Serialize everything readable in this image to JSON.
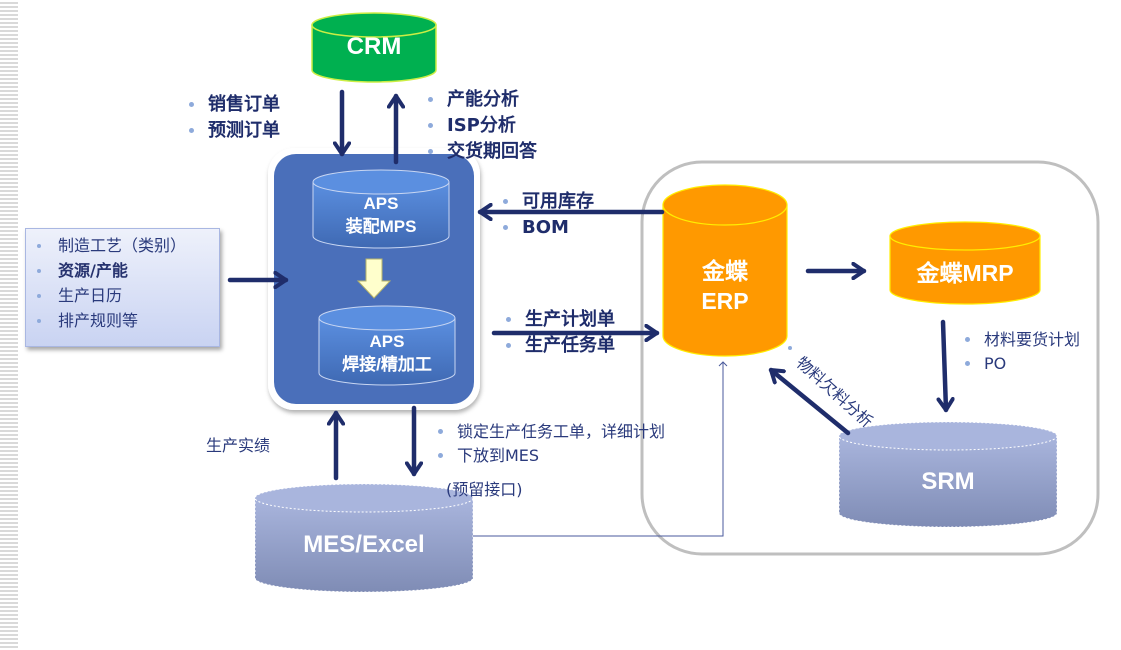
{
  "nodes": {
    "crm": "CRM",
    "aps_assembly": [
      "APS",
      "装配MPS"
    ],
    "aps_welding": [
      "APS",
      "焊接/精加工"
    ],
    "kingdee_erp": [
      "金蝶",
      "ERP"
    ],
    "kingdee_mrp": "金蝶MRP",
    "srm": "SRM",
    "mes_excel": "MES/Excel"
  },
  "labels": {
    "to_aps_from_crm": [
      "销售订单",
      "预测订单"
    ],
    "to_crm_from_aps": [
      "产能分析",
      "ISP分析",
      "交货期回答"
    ],
    "inputs_box": [
      {
        "text": "制造工艺（类别）",
        "bold": false
      },
      {
        "text": "资源/产能",
        "bold": true
      },
      {
        "text": "生产日历",
        "bold": false
      },
      {
        "text": "排产规则等",
        "bold": false
      }
    ],
    "erp_to_aps": [
      "可用库存",
      "BOM"
    ],
    "aps_to_erp": [
      "生产计划单",
      "生产任务单"
    ],
    "mrp_to_srm": [
      "材料要货计划",
      "PO"
    ],
    "srm_to_erp": "物料欠料分析",
    "mes_to_aps": "生产实绩",
    "aps_to_mes": [
      "锁定生产任务工单，详细计划",
      "下放到MES"
    ],
    "aps_to_mes_note": "(预留接口)"
  },
  "colors": {
    "crm_green": "#00b050",
    "aps_blue": "#4a6fba",
    "erp_orange": "#ff9900",
    "srm_gray_blue": "#9aa6cf",
    "arrow_navy": "#1f2d6b",
    "bullet": "#8eaadb"
  }
}
